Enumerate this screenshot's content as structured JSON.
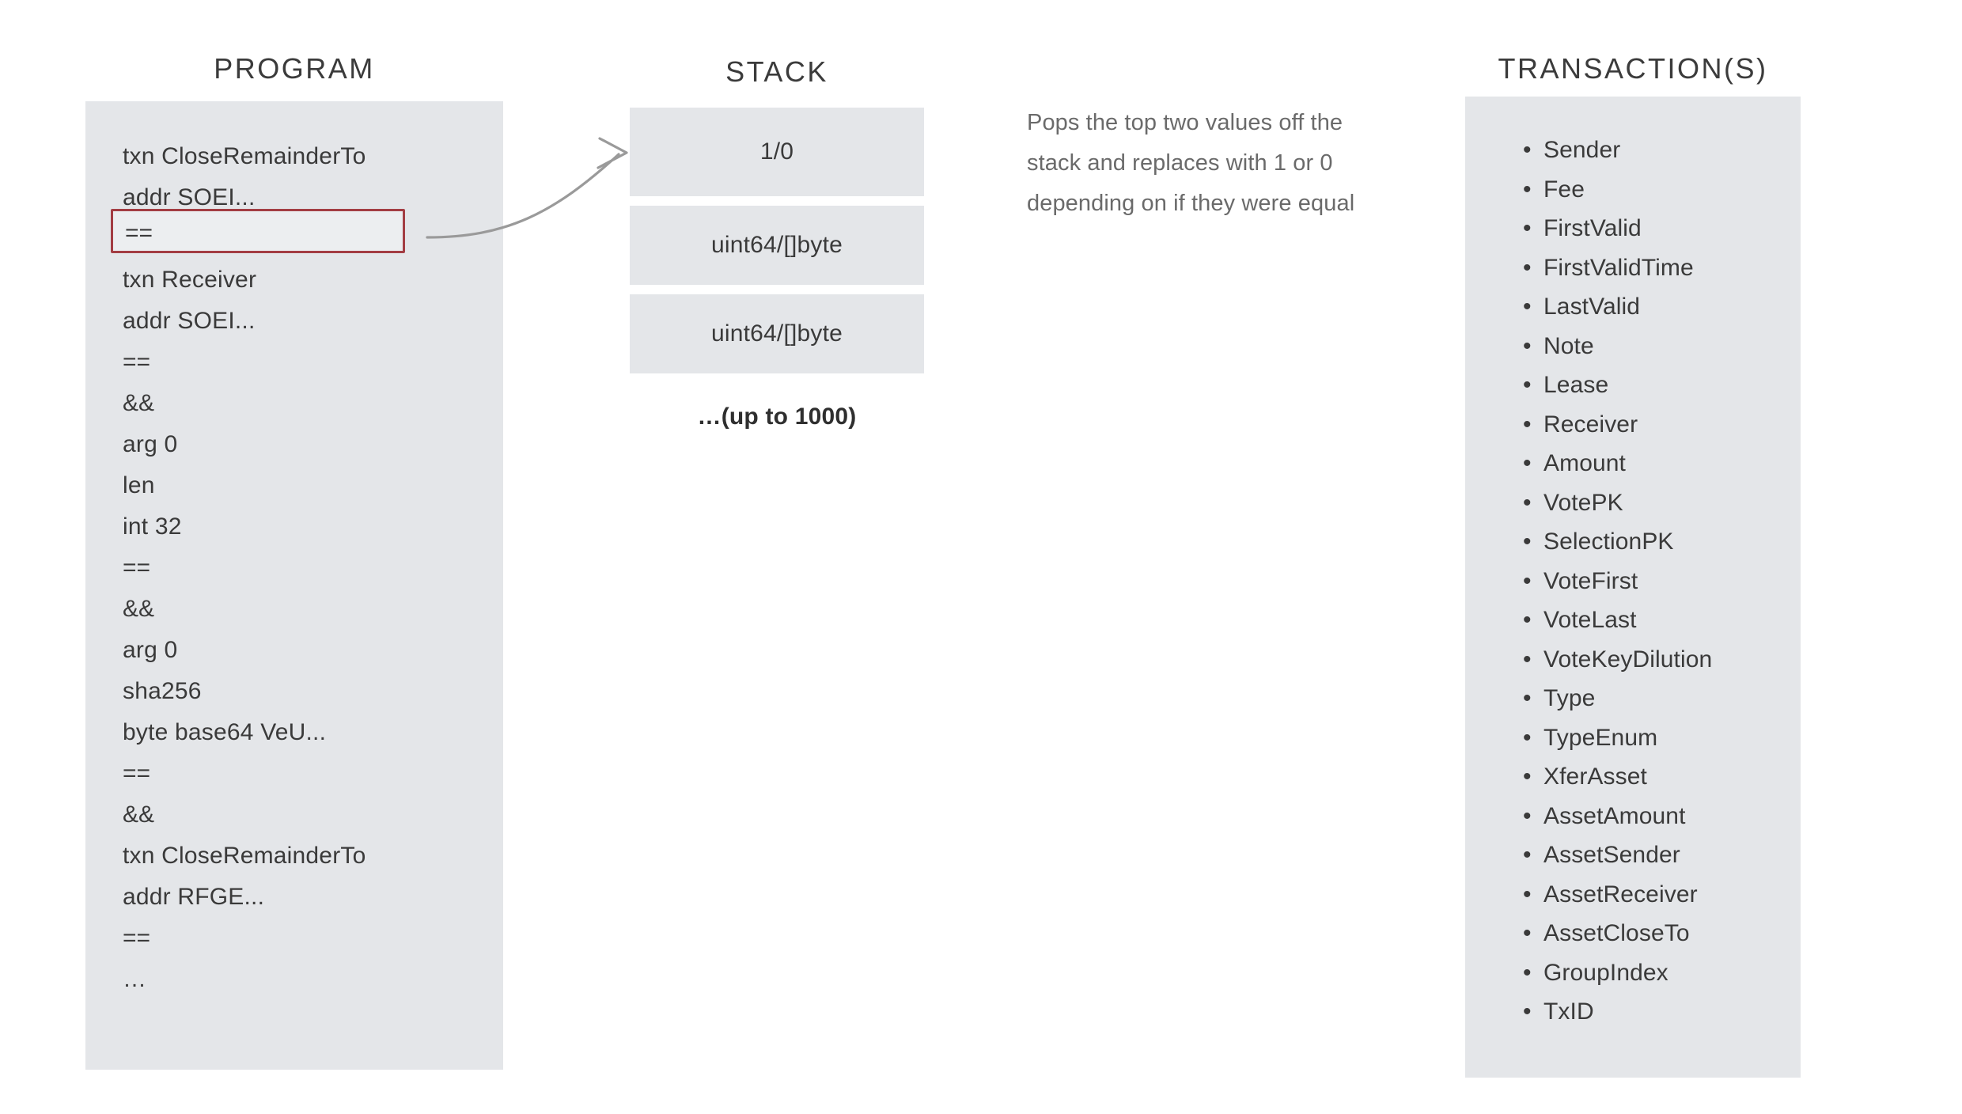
{
  "program": {
    "header": "PROGRAM",
    "lines": [
      "txn CloseRemainderTo",
      "addr SOEI...",
      "==",
      "txn Receiver",
      "addr SOEI...",
      "==",
      "&&",
      "arg 0",
      "len",
      "int 32",
      "==",
      "&&",
      "arg 0",
      "sha256",
      "byte base64 VeU...",
      "==",
      "&&",
      "txn CloseRemainderTo",
      "addr RFGE...",
      "==",
      "…"
    ],
    "highlighted_line": "==",
    "highlighted_index": 2,
    "highlight_color": "#a33d43",
    "panel_color": "#e4e6e9"
  },
  "stack": {
    "header": "STACK",
    "boxes": [
      {
        "label": "1/0"
      },
      {
        "label": "uint64/[]byte"
      },
      {
        "label": "uint64/[]byte"
      }
    ],
    "more_label": "…(up to 1000)"
  },
  "annotation": {
    "lines": [
      "Pops the top two values off the",
      "stack and replaces with 1 or 0",
      "depending on if they were equal"
    ]
  },
  "transaction": {
    "header": "TRANSACTION(S)",
    "fields": [
      "Sender",
      "Fee",
      "FirstValid",
      "FirstValidTime",
      "LastValid",
      "Note",
      "Lease",
      "Receiver",
      "Amount",
      "VotePK",
      "SelectionPK",
      "VoteFirst",
      "VoteLast",
      "VoteKeyDilution",
      "Type",
      "TypeEnum",
      "XferAsset",
      "AssetAmount",
      "AssetSender",
      "AssetReceiver",
      "AssetCloseTo",
      "GroupIndex",
      "TxID"
    ]
  },
  "colors": {
    "panel_gray": "#e4e6e9",
    "text": "#3a3a3a",
    "annotation_text": "#6a6a6a",
    "highlight_red": "#a33d43",
    "arrow_gray": "#9a9a9a",
    "background": "#ffffff"
  }
}
